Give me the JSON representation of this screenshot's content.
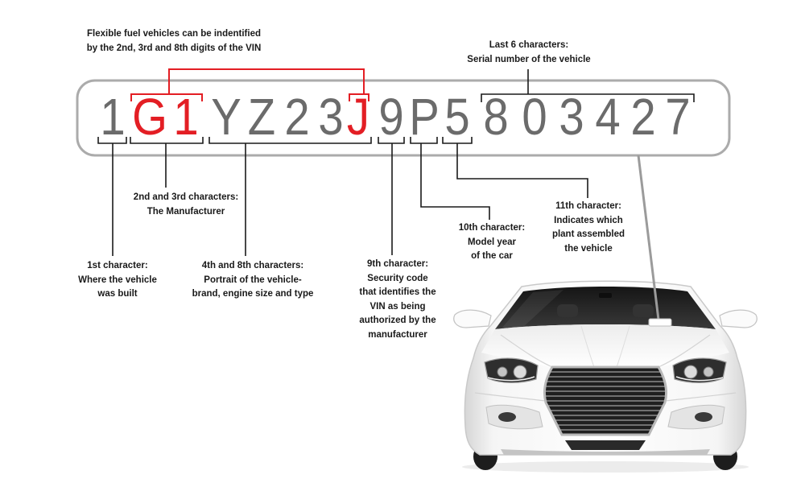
{
  "vin": {
    "characters": [
      "1",
      "G",
      "1",
      "Y",
      "Z",
      "2",
      "3",
      "J",
      "9",
      "P",
      "5",
      "8",
      "0",
      "3",
      "4",
      "2",
      "7"
    ],
    "highlighted_positions": [
      2,
      3,
      8
    ]
  },
  "annotations": {
    "flex_fuel": [
      "Flexible fuel vehicles can be indentified",
      "by the 2nd, 3rd and 8th digits of the VIN"
    ],
    "last_six": [
      "Last 6 characters:",
      "Serial number of the vehicle"
    ],
    "chars_2_3": [
      "2nd and 3rd characters:",
      "The Manufacturer"
    ],
    "char_1": [
      "1st character:",
      "Where the vehicle",
      "was built"
    ],
    "chars_4_8": [
      "4th and 8th characters:",
      "Portrait of the vehicle-",
      "brand, engine size and type"
    ],
    "char_9": [
      "9th character:",
      "Security code",
      "that identifies the",
      "VIN as being",
      "authorized by the",
      "manufacturer"
    ],
    "char_10": [
      "10th character:",
      "Model year",
      "of the car"
    ],
    "char_11": [
      "11th character:",
      "Indicates which",
      "plant assembled",
      "the vehicle"
    ]
  },
  "colors": {
    "vin_text": "#6b6b6b",
    "highlight": "#e31e24",
    "ink": "#1a1a1a",
    "box_border": "#ababab",
    "pointer": "#9b9b9b"
  }
}
